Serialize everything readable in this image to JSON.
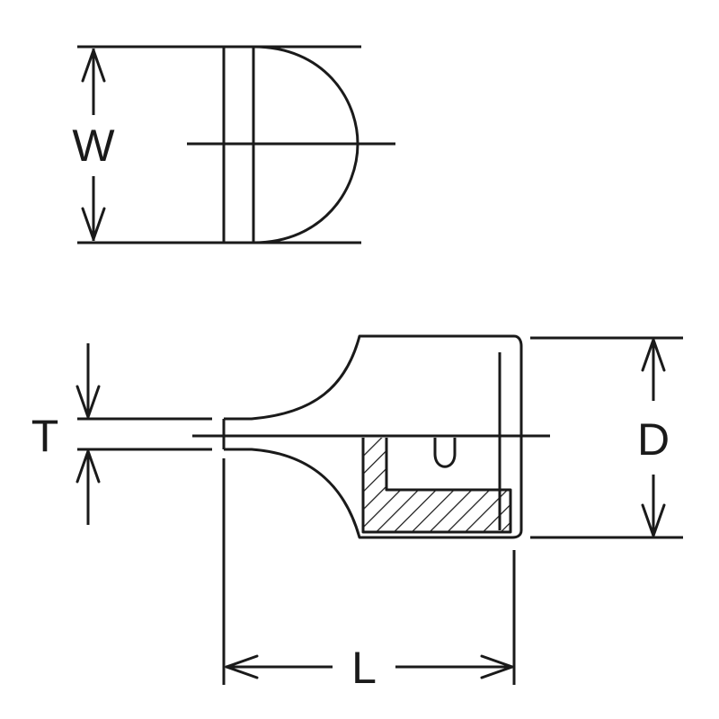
{
  "diagram": {
    "dimensions": {
      "width": "W",
      "thickness": "T",
      "diameter": "D",
      "length": "L"
    }
  }
}
